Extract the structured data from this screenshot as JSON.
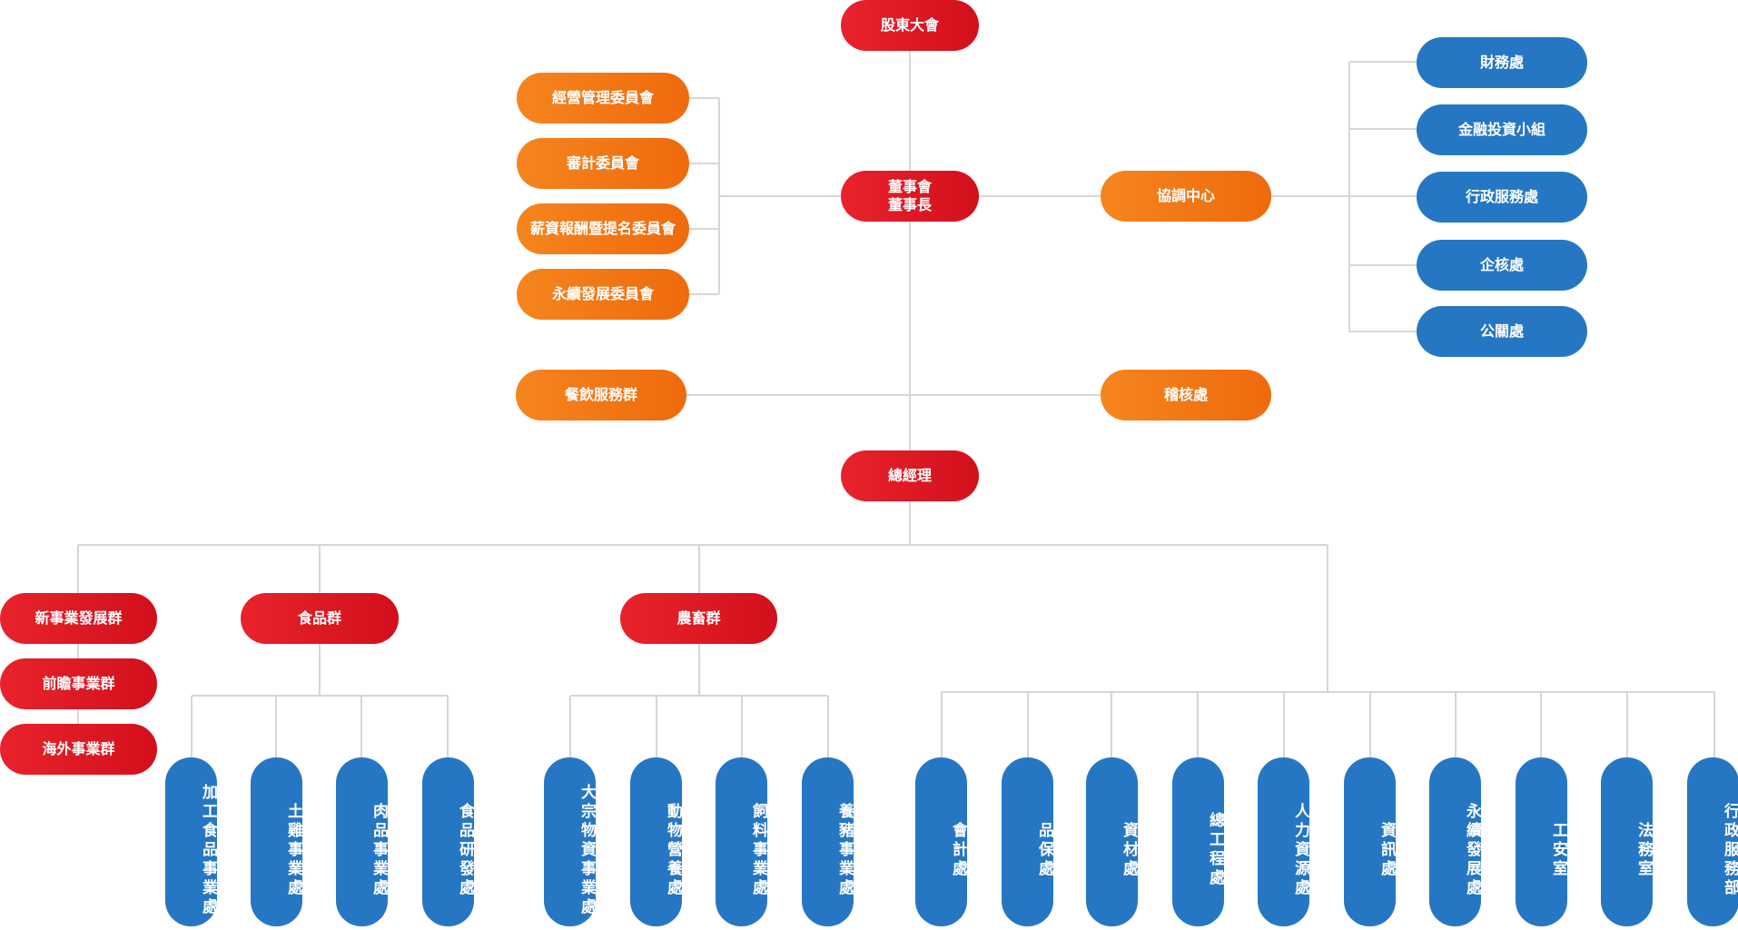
{
  "nodes": {
    "shareholders": "股東大會",
    "board": "董事會\n董事長",
    "committees": [
      "經營管理委員會",
      "審計委員會",
      "薪資報酬暨提名委員會",
      "永續發展委員會"
    ],
    "coordination_center": "協調中心",
    "coordination_units": [
      "財務處",
      "金融投資小組",
      "行政服務處",
      "企核處",
      "公關處"
    ],
    "catering_group": "餐飲服務群",
    "audit_office": "稽核處",
    "general_manager": "總經理",
    "left_groups": [
      "新事業發展群",
      "前瞻事業群",
      "海外事業群"
    ],
    "food_group": "食品群",
    "food_units": [
      "加工食品事業處",
      "土雞事業處",
      "肉品事業處",
      "食品研發處"
    ],
    "agri_group": "農畜群",
    "agri_units": [
      "大宗物資事業處",
      "動物營養處",
      "飼料事業處",
      "養豬事業處"
    ],
    "admin_units": [
      "會計處",
      "品保處",
      "資材處",
      "總工程處",
      "人力資源處",
      "資訊處",
      "永續發展處",
      "工安室",
      "法務室",
      "行政服務部"
    ]
  },
  "colors": {
    "red": "#d9141f",
    "orange": "#f2780f",
    "blue": "#2677c3",
    "connector": "#d6d6d6"
  }
}
